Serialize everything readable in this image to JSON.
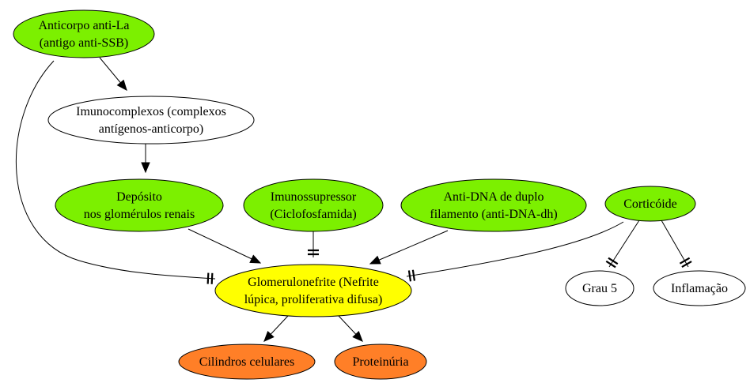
{
  "colors": {
    "green": "#7CF000",
    "yellow": "#FFFF00",
    "orange": "#FF7F27",
    "white": "#FFFFFF",
    "stroke": "#000000"
  },
  "nodes": [
    {
      "id": "anti-la",
      "lines": [
        "Anticorpo anti-La",
        "(antigo anti-SSB)"
      ],
      "color": "green"
    },
    {
      "id": "imunocomplexos",
      "lines": [
        "Imunocomplexos (complexos",
        "antígenos-anticorpo)"
      ],
      "color": "white"
    },
    {
      "id": "deposito",
      "lines": [
        "Depósito",
        "nos glomérulos renais"
      ],
      "color": "green"
    },
    {
      "id": "imunossupressor",
      "lines": [
        "Imunossupressor",
        "(Ciclofosfamida)"
      ],
      "color": "green"
    },
    {
      "id": "anti-dna",
      "lines": [
        "Anti-DNA de duplo",
        "filamento (anti-DNA-dh)"
      ],
      "color": "green"
    },
    {
      "id": "corticoide",
      "lines": [
        "Corticóide"
      ],
      "color": "green"
    },
    {
      "id": "glomerulonefrite",
      "lines": [
        "Glomerulonefrite (Nefrite",
        "lúpica, proliferativa difusa)"
      ],
      "color": "yellow"
    },
    {
      "id": "grau5",
      "lines": [
        "Grau 5"
      ],
      "color": "white"
    },
    {
      "id": "inflamacao",
      "lines": [
        "Inflamação"
      ],
      "color": "white"
    },
    {
      "id": "cilindros",
      "lines": [
        "Cilindros celulares"
      ],
      "color": "orange"
    },
    {
      "id": "proteinuria",
      "lines": [
        "Proteinúria"
      ],
      "color": "orange"
    }
  ],
  "edges": [
    {
      "from": "anti-la",
      "to": "imunocomplexos",
      "head": "arrow"
    },
    {
      "from": "imunocomplexos",
      "to": "deposito",
      "head": "arrow"
    },
    {
      "from": "deposito",
      "to": "glomerulonefrite",
      "head": "arrow"
    },
    {
      "from": "anti-la",
      "to": "glomerulonefrite",
      "head": "tee"
    },
    {
      "from": "imunossupressor",
      "to": "glomerulonefrite",
      "head": "tee"
    },
    {
      "from": "anti-dna",
      "to": "glomerulonefrite",
      "head": "arrow"
    },
    {
      "from": "corticoide",
      "to": "glomerulonefrite",
      "head": "tee"
    },
    {
      "from": "corticoide",
      "to": "grau5",
      "head": "tee"
    },
    {
      "from": "corticoide",
      "to": "inflamacao",
      "head": "tee"
    },
    {
      "from": "glomerulonefrite",
      "to": "cilindros",
      "head": "arrow"
    },
    {
      "from": "glomerulonefrite",
      "to": "proteinuria",
      "head": "arrow"
    }
  ]
}
